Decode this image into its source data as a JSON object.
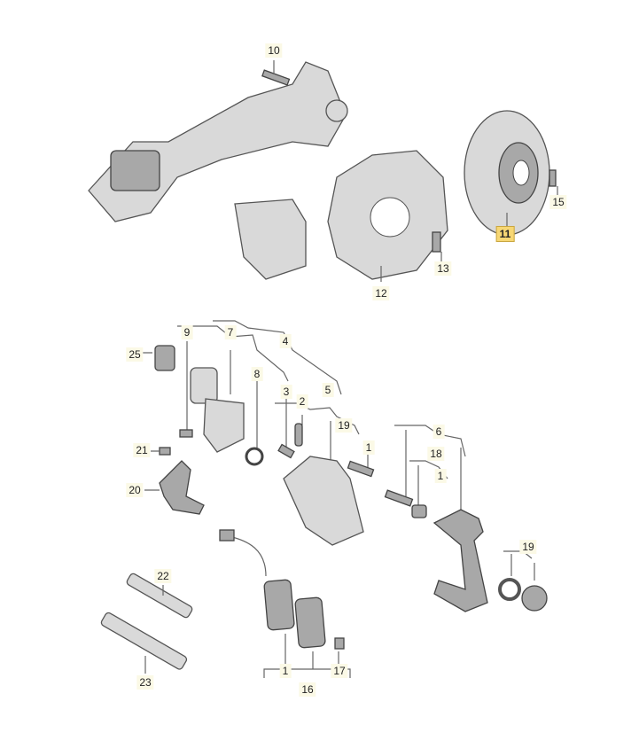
{
  "diagram": {
    "title": "Rear brake assembly exploded parts diagram",
    "highlight_color": "#f7d774",
    "labels": [
      {
        "id": "p10",
        "text": "10"
      },
      {
        "id": "p15",
        "text": "15"
      },
      {
        "id": "p11",
        "text": "11",
        "highlighted": true
      },
      {
        "id": "p13",
        "text": "13"
      },
      {
        "id": "p12",
        "text": "12"
      },
      {
        "id": "p25",
        "text": "25"
      },
      {
        "id": "p9",
        "text": "9"
      },
      {
        "id": "p7",
        "text": "7"
      },
      {
        "id": "p4",
        "text": "4"
      },
      {
        "id": "p8",
        "text": "8"
      },
      {
        "id": "p3",
        "text": "3"
      },
      {
        "id": "p2",
        "text": "2"
      },
      {
        "id": "p5",
        "text": "5"
      },
      {
        "id": "p19a",
        "text": "19"
      },
      {
        "id": "p1a",
        "text": "1"
      },
      {
        "id": "p21",
        "text": "21"
      },
      {
        "id": "p20",
        "text": "20"
      },
      {
        "id": "p6",
        "text": "6"
      },
      {
        "id": "p18",
        "text": "18"
      },
      {
        "id": "p1b",
        "text": "1"
      },
      {
        "id": "p19b",
        "text": "19"
      },
      {
        "id": "p22",
        "text": "22"
      },
      {
        "id": "p23",
        "text": "23"
      },
      {
        "id": "p1c",
        "text": "1"
      },
      {
        "id": "p16",
        "text": "16"
      },
      {
        "id": "p17",
        "text": "17"
      }
    ]
  }
}
